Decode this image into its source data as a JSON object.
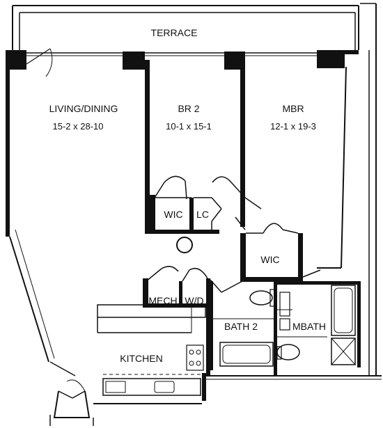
{
  "rooms": {
    "terrace": {
      "name": "TERRACE"
    },
    "living_dining": {
      "name": "LIVING/DINING",
      "dims": "15-2 x 28-10"
    },
    "br2": {
      "name": "BR 2",
      "dims": "10-1 x 15-1"
    },
    "mbr": {
      "name": "MBR",
      "dims": "12-1 x 19-3"
    },
    "wic_br2": {
      "name": "WIC"
    },
    "lc": {
      "name": "LC"
    },
    "wic_mbr": {
      "name": "WIC"
    },
    "mech": {
      "name": "MECH"
    },
    "wd": {
      "name": "W/D"
    },
    "bath2": {
      "name": "BATH 2"
    },
    "mbath": {
      "name": "MBATH"
    },
    "kitchen": {
      "name": "KITCHEN"
    }
  }
}
